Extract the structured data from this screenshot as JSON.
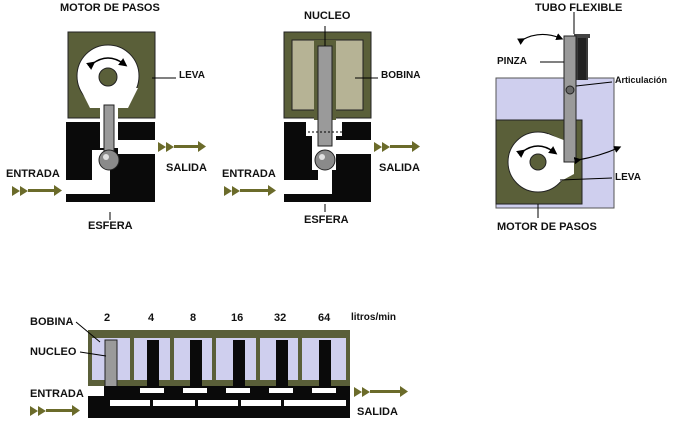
{
  "colors": {
    "olive": "#5a5f39",
    "olive_dark": "#3e4224",
    "tan": "#b6b395",
    "lavender": "#cfcfee",
    "black": "#0a0a0a",
    "arrow": "#6b6b2a"
  },
  "diagram1": {
    "motor": "MOTOR DE PASOS",
    "cam": "LEVA",
    "inlet": "ENTRADA",
    "outlet": "SALIDA",
    "ball": "ESFERA"
  },
  "diagram2": {
    "core": "NUCLEO",
    "coil": "BOBINA",
    "inlet": "ENTRADA",
    "outlet": "SALIDA",
    "ball": "ESFERA"
  },
  "diagram3": {
    "tube": "TUBO FLEXIBLE",
    "clamp": "PINZA",
    "joint": "Articulación",
    "cam": "LEVA",
    "motor": "MOTOR DE PASOS"
  },
  "diagram4": {
    "coil": "BOBINA",
    "core": "NUCLEO",
    "inlet": "ENTRADA",
    "outlet": "SALIDA",
    "unit": "litros/min",
    "flows": [
      "2",
      "4",
      "8",
      "16",
      "32",
      "64"
    ]
  }
}
